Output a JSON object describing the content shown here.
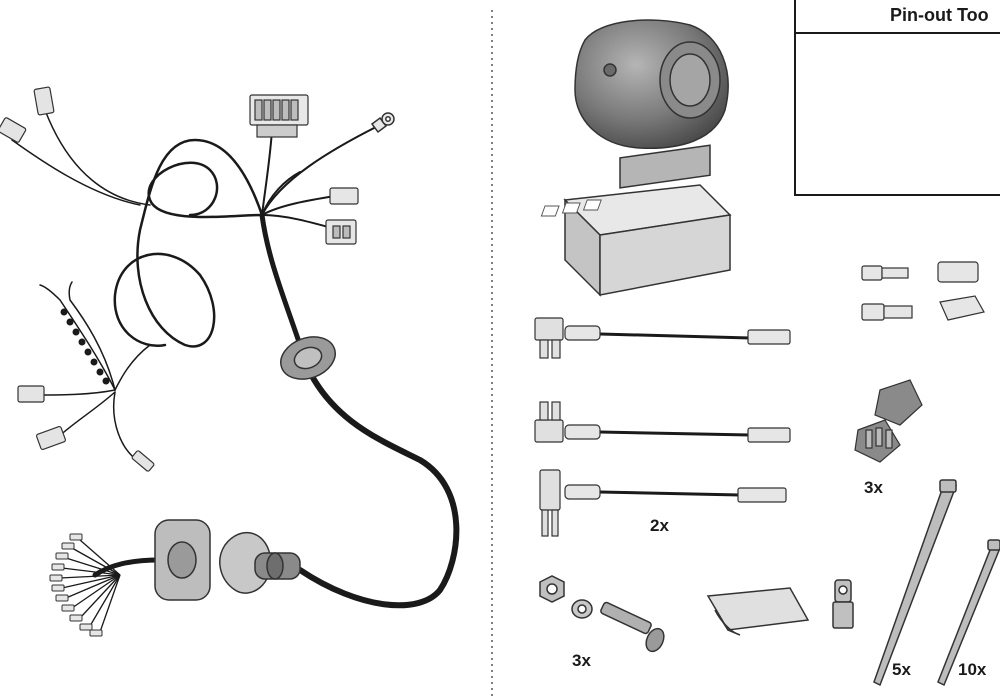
{
  "pinout": {
    "title": "Pin-out Too"
  },
  "quantities": {
    "fuse_taps": "2x",
    "connectors": "3x",
    "bolts": "3x",
    "ties_large": "5x",
    "ties_small": "10x"
  },
  "colors": {
    "cable": "#1a1a1a",
    "plastic_grey": "#9a9a9a",
    "light_grey": "#d6d6d6",
    "divider": "#555555"
  },
  "icons": [
    "socket-icon",
    "module-icon",
    "fuse-tap-icon",
    "connector-icon",
    "cable-tie-icon",
    "bolt-icon",
    "ring-terminal-icon",
    "pin-out-tool-icon"
  ]
}
